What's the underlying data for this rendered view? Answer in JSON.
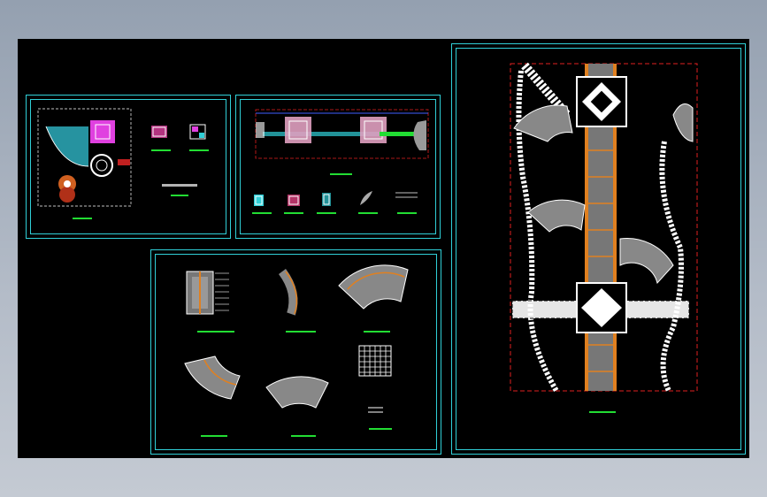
{
  "window": {
    "background": "#000000",
    "frame_color": "#30d0d8",
    "title_bar_color": "#22dd33"
  },
  "colors": {
    "cyan": "#30d0d8",
    "green": "#22dd33",
    "magenta": "#e040e0",
    "red_dashed": "#e02020",
    "orange": "#e08020",
    "white": "#ffffff"
  },
  "sheets": [
    {
      "id": "sheet-site-plan",
      "label": ""
    },
    {
      "id": "sheet-elevation",
      "label": ""
    },
    {
      "id": "sheet-details",
      "label": ""
    },
    {
      "id": "sheet-master-plan",
      "label": ""
    }
  ]
}
